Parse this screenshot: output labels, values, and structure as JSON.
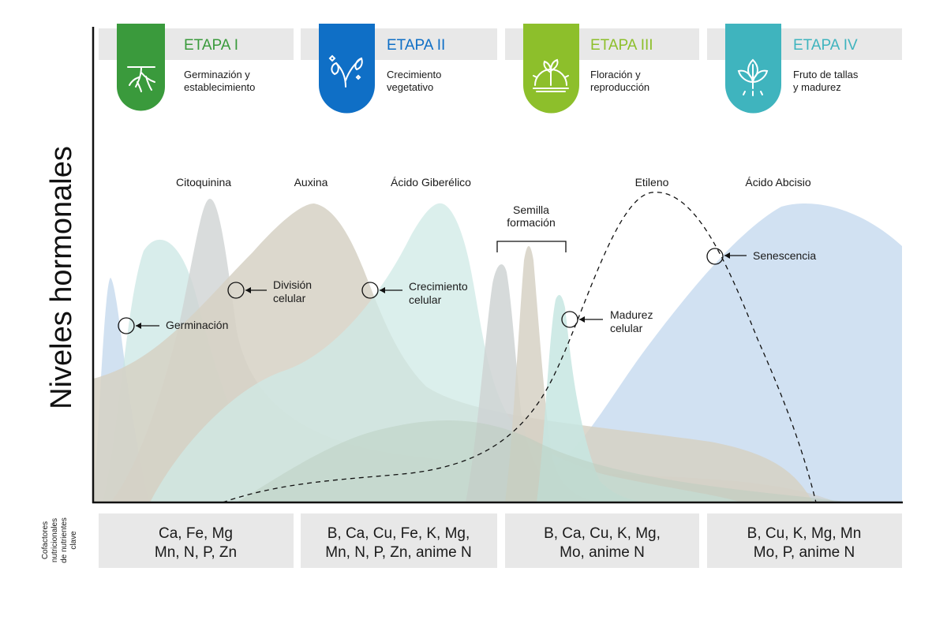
{
  "y_axis_label": "Niveles hormonales",
  "side_label": [
    "Cofactores",
    "nutricionales",
    "de nutrientes",
    "clave"
  ],
  "stages": [
    {
      "title": "ETAPA I",
      "desc": [
        "Germinazión y",
        "establecimiento"
      ],
      "color": "#3a9a3c",
      "icon": "roots-icon"
    },
    {
      "title": "ETAPA II",
      "desc": [
        "Crecimiento",
        "vegetativo"
      ],
      "color": "#0f6fc6",
      "icon": "sprout-icon"
    },
    {
      "title": "ETAPA III",
      "desc": [
        "Floración y",
        "reproducción"
      ],
      "color": "#8dbf2b",
      "icon": "seedling-sun-icon"
    },
    {
      "title": "ETAPA IV",
      "desc": [
        "Fruto de tallas",
        "y madurez"
      ],
      "color": "#3fb4be",
      "icon": "leaves-icon"
    }
  ],
  "hormones": [
    "Citoquinina",
    "Auxina",
    "Ácido Giberélico",
    "Etileno",
    "Ácido Abcisio"
  ],
  "seed_label": [
    "Semilla",
    "formación"
  ],
  "events": [
    {
      "label": [
        "Germinación"
      ]
    },
    {
      "label": [
        "División",
        "celular"
      ]
    },
    {
      "label": [
        "Crecimiento",
        "celular"
      ]
    },
    {
      "label": [
        "Madurez",
        "celular"
      ]
    },
    {
      "label": [
        "Senescencia"
      ]
    }
  ],
  "nutrients": [
    [
      "Ca, Fe, Mg",
      "Mn, N, P, Zn"
    ],
    [
      "B, Ca, Cu, Fe, K, Mg,",
      "Mn, N, P, Zn, anime N"
    ],
    [
      "B, Ca, Cu, K, Mg,",
      "Mo, anime N"
    ],
    [
      "B, Cu, K, Mg, Mn",
      "Mo, P, anime N"
    ]
  ],
  "colors": {
    "blue_area": "#c9dcf0",
    "teal_area": "#bfe4e0",
    "grey_area": "#cfd3d3",
    "tan_area": "#d6d1c4",
    "sage_area": "#b8cbbd"
  }
}
